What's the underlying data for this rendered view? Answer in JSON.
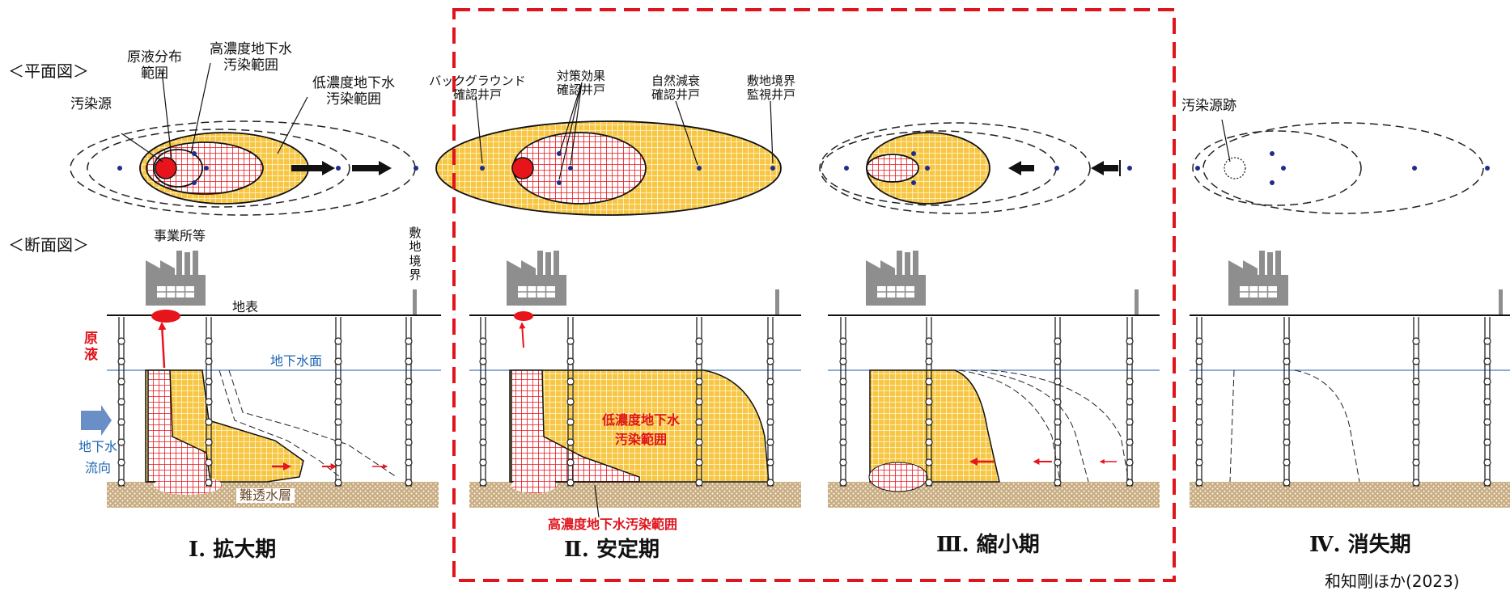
{
  "sections": {
    "plan_view": "＜平面図＞",
    "cross_section": "＜断面図＞"
  },
  "plan_labels": {
    "source": "汚染源",
    "undiluted_1": "原液分布",
    "undiluted_2": "範囲",
    "high_1": "高濃度地下水",
    "high_2": "汚染範囲",
    "low_1": "低濃度地下水",
    "low_2": "汚染範囲",
    "background_1": "バックグラウンド",
    "background_2": "確認井戸",
    "effect_1": "対策効果",
    "effect_2": "確認井戸",
    "natural_1": "自然減衰",
    "natural_2": "確認井戸",
    "boundary_1": "敷地境界",
    "boundary_2": "監視井戸",
    "source_trace": "汚染源跡"
  },
  "section_labels": {
    "facility": "事業所等",
    "site_boundary": [
      "敷",
      "地",
      "境",
      "界"
    ],
    "surface": "地表",
    "water_table": "地下水面",
    "undiluted_1": "原",
    "undiluted_2": "液",
    "flow_1": "地下水",
    "flow_2": "流向",
    "aquitard": "難透水層",
    "low_zone_1": "低濃度地下水",
    "low_zone_2": "汚染範囲",
    "high_zone": "高濃度地下水汚染範囲"
  },
  "stages": [
    {
      "title": "Ⅰ. 拡大期"
    },
    {
      "title": "Ⅱ. 安定期"
    },
    {
      "title": "Ⅲ. 縮小期"
    },
    {
      "title": "Ⅳ. 消失期"
    }
  ],
  "credit": "和知剛ほか(2023)",
  "colors": {
    "yellow": "#f7c744",
    "red": "#e8141c",
    "water": "#6a8fc7",
    "soil": "#c8ab80",
    "factory": "#8e8e8e",
    "dash_box": "#e0141c"
  }
}
